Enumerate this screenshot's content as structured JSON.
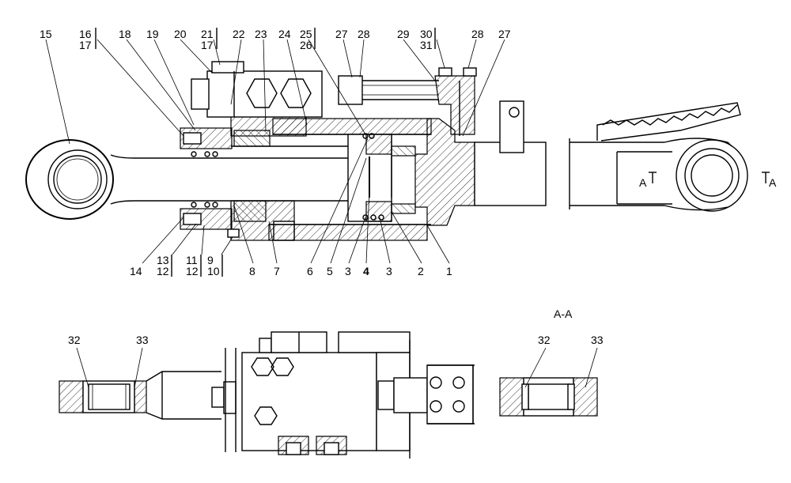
{
  "callouts_top": [
    "15",
    "16",
    "17",
    "18",
    "19",
    "20",
    "21",
    "17",
    "22",
    "23",
    "24",
    "25",
    "26",
    "27",
    "28",
    "29",
    "30",
    "31",
    "28",
    "27"
  ],
  "callouts_bottom": [
    "14",
    "13",
    "12",
    "11",
    "12",
    "9",
    "10",
    "8",
    "7",
    "6",
    "5",
    "3",
    "4",
    "3",
    "2",
    "1"
  ],
  "section_marks": {
    "left": "A",
    "right": "A"
  },
  "section_title": "A-A",
  "callouts_lower": [
    "32",
    "33",
    "32",
    "33"
  ]
}
